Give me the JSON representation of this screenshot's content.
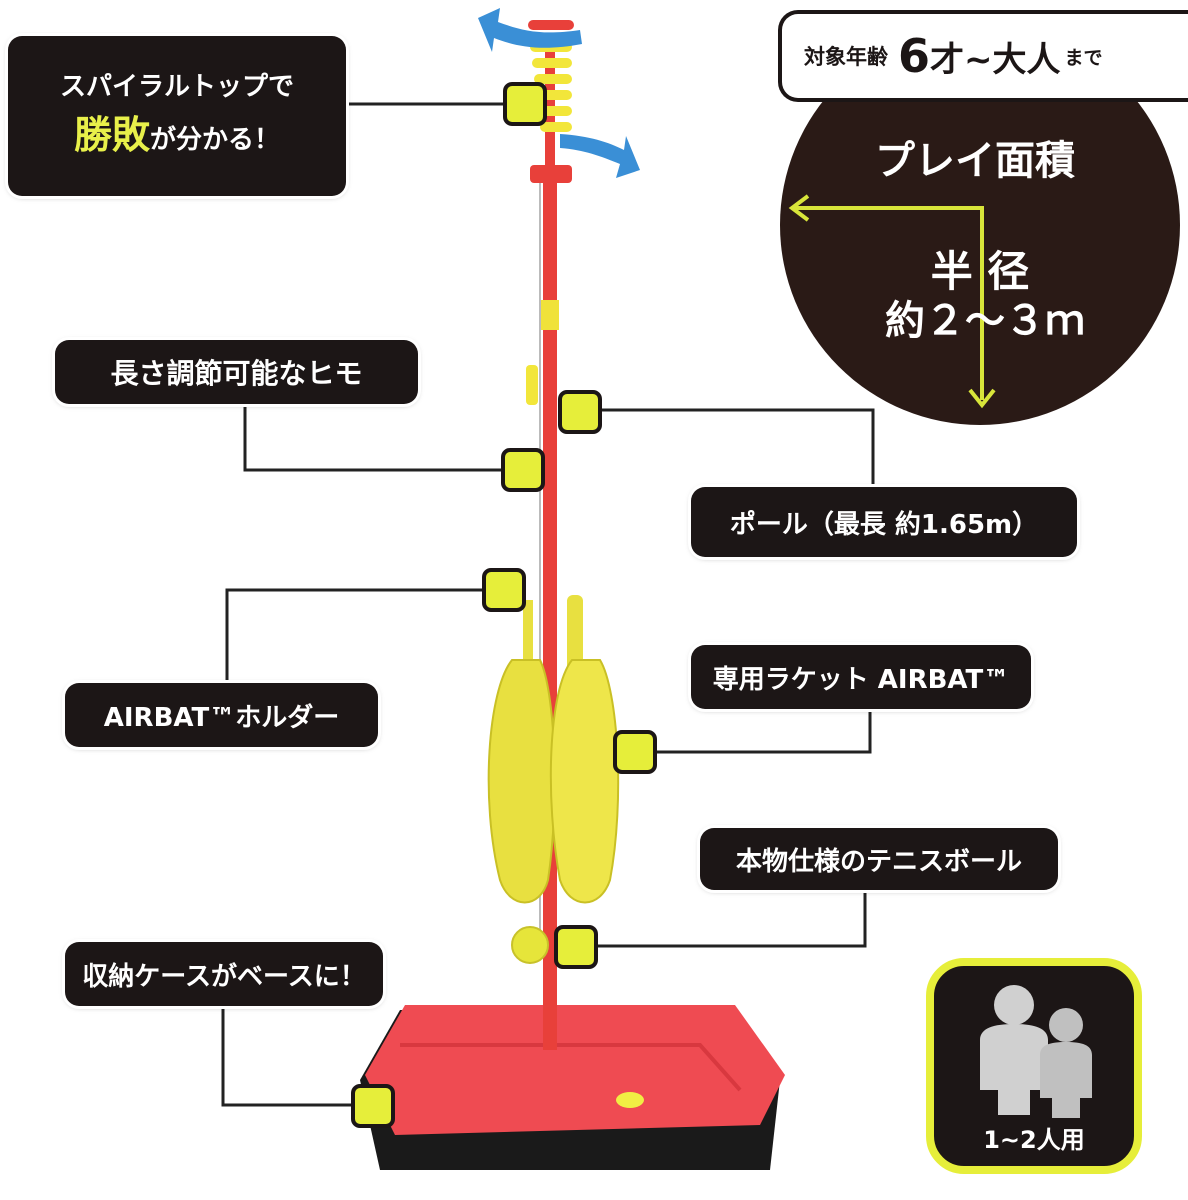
{
  "spiral_label": {
    "line1": "スパイラルトップで",
    "em": "勝敗",
    "rest": "が分かる！"
  },
  "rope_label": "長さ調節可能なヒモ",
  "pole_label": "ポール（最長 約1.65m）",
  "holder_label": "AIRBAT™ホルダー",
  "racket_label": "専用ラケット AIRBAT™",
  "ball_label": "本物仕様のテニスボール",
  "case_label": "収納ケースがベースに！",
  "age_badge": {
    "prefix": "対象年齢",
    "number": "6",
    "mid": "才~大人",
    "suffix": "まで"
  },
  "play_area": {
    "title": "プレイ面積",
    "line1": "半 径",
    "line2": "約２～３ｍ"
  },
  "players_badge": {
    "text": "1~2人用"
  },
  "icons": {
    "people": "two-people-icon",
    "marker": "yellow-square-marker-icon"
  },
  "colors": {
    "accent": "#e6ee3a",
    "dark": "#1c1616",
    "pole": "#e8403a",
    "arrow": "#3a8fd6"
  }
}
